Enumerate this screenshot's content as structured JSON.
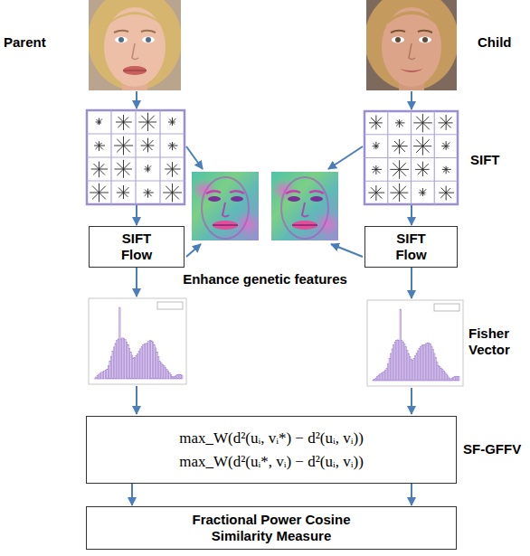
{
  "diagram": {
    "nodes": [
      {
        "text": [
          "SIFT Flow"
        ]
      },
      {
        "text": [
          "SIFT Flow"
        ]
      },
      {
        "text": [
          "max_W(d²(uᵢ, vᵢ*) − d²(uᵢ, vᵢ))",
          "max_W(d²(uᵢ*, vᵢ) − d²(uᵢ, vᵢ))"
        ]
      },
      {
        "text": [
          "Fractional Power Cosine Similarity Measure"
        ]
      }
    ],
    "edges": [
      {
        "from": 2,
        "to": 3,
        "arrow": "to"
      },
      {
        "from": 2,
        "to": 3,
        "arrow": "to"
      }
    ],
    "labels": [
      "Parent",
      "Child",
      "SIFT",
      "Enhance genetic features",
      "Fisher Vector",
      "SF-GFFV"
    ]
  }
}
